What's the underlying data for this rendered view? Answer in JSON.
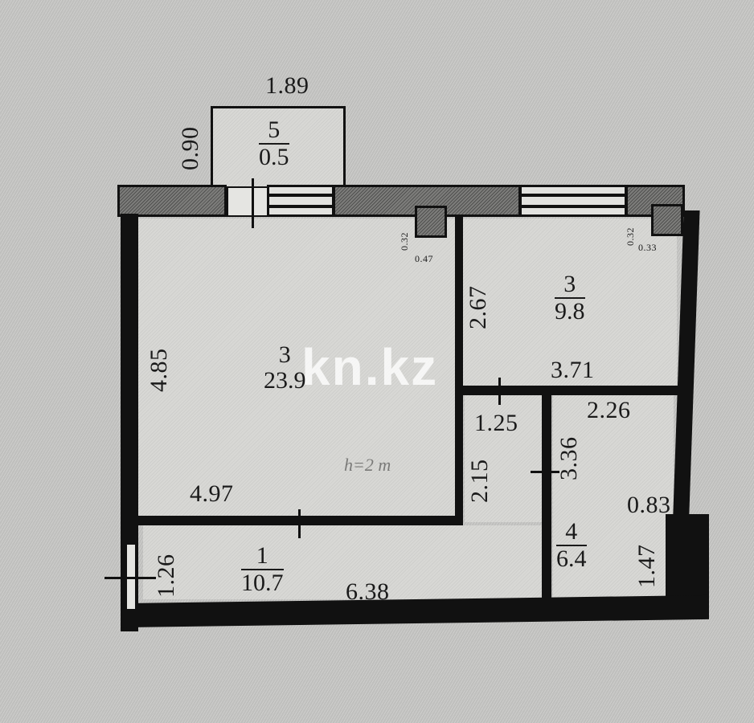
{
  "plan": {
    "type": "apartment-floor-plan",
    "watermark": "kn.kz",
    "rooms": [
      {
        "id": "room-3-living",
        "number": "3",
        "area": "23.9",
        "width": "4.97",
        "height": "4.85"
      },
      {
        "id": "room-3-bedroom",
        "number": "3",
        "area": "9.8",
        "width": "3.71",
        "height": "2.67"
      },
      {
        "id": "room-1-hall",
        "number": "1",
        "area": "10.7",
        "width": "6.38",
        "height": "1.26"
      },
      {
        "id": "room-4-bath",
        "number": "4",
        "area": "6.4",
        "width": "2.26",
        "height": "3.36"
      },
      {
        "id": "room-5-balcony",
        "number": "5",
        "area": "0.5",
        "width": "1.89",
        "height": "0.90"
      }
    ],
    "dimensions": {
      "balcony_width": "1.89",
      "balcony_depth": "0.90",
      "living_height": "4.85",
      "living_width": "4.97",
      "bedroom_height": "2.67",
      "bedroom_width": "3.71",
      "corridor_width": "1.25",
      "corridor_height": "2.15",
      "bath_width": "2.26",
      "bath_height": "3.36",
      "bath_notch_width": "0.83",
      "bath_notch_height": "1.47",
      "hall_height": "1.26",
      "hall_width": "6.38",
      "column_left_a": "0.32",
      "column_left_b": "0.47",
      "column_right_a": "0.32",
      "column_right_b": "0.33"
    },
    "annotation": "h=2 m",
    "colors": {
      "background": "#c9c9c7",
      "room_fill": "#d6d6d3",
      "wall": "#111111",
      "hatch": "#6b6b69",
      "watermark": "#ffffff"
    }
  }
}
